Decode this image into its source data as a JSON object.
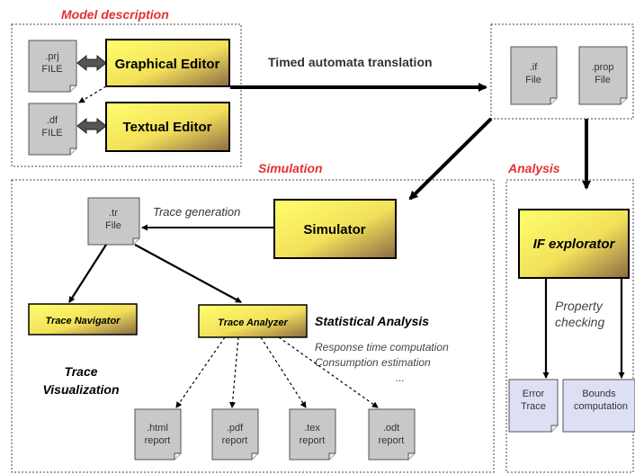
{
  "sections": {
    "model": "Model description",
    "simulation": "Simulation",
    "analysis": "Analysis"
  },
  "files": {
    "prj": [
      ".prj",
      "FILE"
    ],
    "df": [
      ".df",
      "FILE"
    ],
    "if_file": [
      ".if",
      "File"
    ],
    "prop": [
      ".prop",
      "File"
    ],
    "tr": [
      ".tr",
      "File"
    ]
  },
  "editors": {
    "graphical": "Graphical Editor",
    "textual": "Textual Editor"
  },
  "translation_label": "Timed automata translation",
  "simulator": "Simulator",
  "trace_generation": "Trace generation",
  "trace_navigator": "Trace Navigator",
  "trace_analyzer": "Trace Analyzer",
  "trace_visualization": [
    "Trace",
    "Visualization"
  ],
  "statistical_analysis": {
    "title": "Statistical Analysis",
    "items": [
      "Response time computation",
      "Consumption estimation",
      "..."
    ]
  },
  "reports": [
    [
      ".html",
      "report"
    ],
    [
      ".pdf",
      "report"
    ],
    [
      ".tex",
      "report"
    ],
    [
      ".odt",
      "report"
    ]
  ],
  "if_explorer": "IF explorator",
  "property_checking": [
    "Property",
    "checking"
  ],
  "error_trace": [
    "Error",
    "Trace"
  ],
  "bounds": [
    "Bounds",
    "computation"
  ],
  "colors": {
    "section_title": "#e53030",
    "file_fill": "#c8c8c8",
    "output_fill": "#dde0f5",
    "box_grad_start": "#ffff66",
    "box_grad_end": "#8c6a45"
  }
}
